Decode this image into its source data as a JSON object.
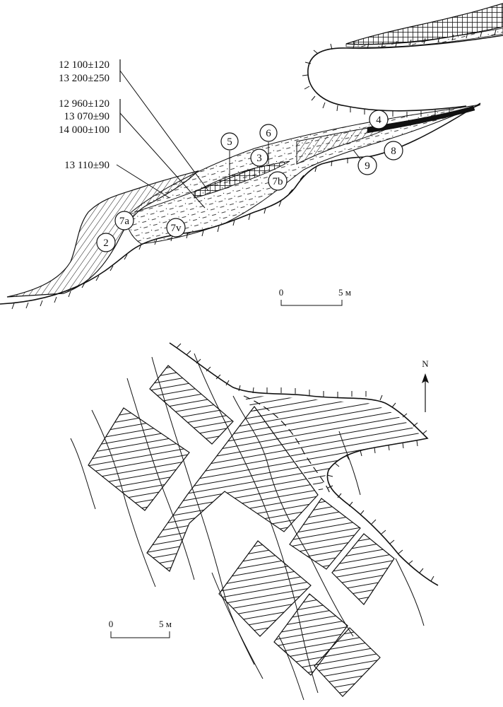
{
  "section": {
    "radiocarbon_dates": [
      {
        "group": "a",
        "values": [
          "12 100±120",
          "13 200±250"
        ]
      },
      {
        "group": "b",
        "values": [
          "12 960±120",
          "13 070±90",
          "14 000±100"
        ]
      },
      {
        "group": "c",
        "values": [
          "13 110±90"
        ]
      }
    ],
    "layers": [
      "2",
      "3",
      "4",
      "5",
      "6",
      "7a",
      "7b",
      "7v",
      "8",
      "9"
    ],
    "scale": {
      "start": "0",
      "end": "5 м"
    }
  },
  "plan": {
    "north": "N",
    "scale": {
      "start": "0",
      "end": "5 м"
    }
  }
}
